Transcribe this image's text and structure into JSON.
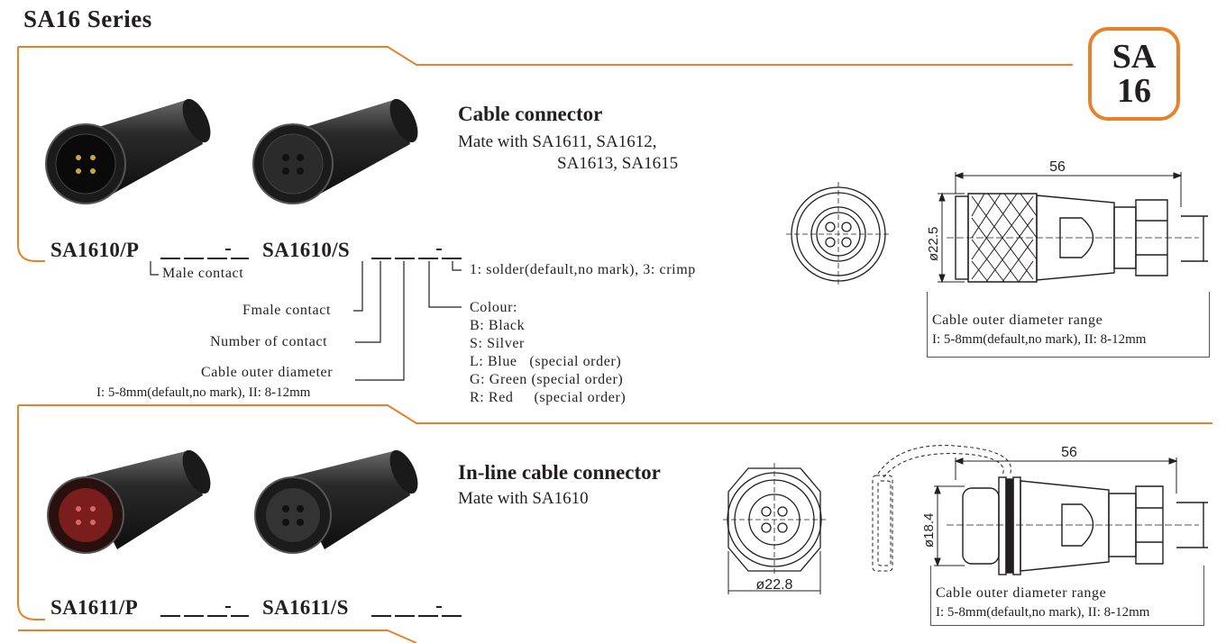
{
  "header": {
    "series_title": "SA16  Series",
    "badge_line1": "SA",
    "badge_line2": "16"
  },
  "accent_color": "#e8822a",
  "section1": {
    "title": "Cable connector",
    "mate_line1": "Mate with SA1611, SA1612,",
    "mate_line2": "SA1613, SA1615",
    "part_male": "SA1610/P",
    "part_female": "SA1610/S",
    "male_contact": "Male  contact",
    "termination": "1: solder(default,no mark), 3: crimp",
    "fmale_contact": "Fmale  contact",
    "number_of_contact": "Number  of  contact",
    "cable_outer_diameter": "Cable outer  diameter",
    "cable_outer_values": "I: 5-8mm(default,no mark), II: 8-12mm",
    "colour_title": "Colour:",
    "colours": [
      "B: Black",
      "S: Silver",
      "L: Blue   (special order)",
      "G: Green (special order)",
      "R: Red     (special order)"
    ],
    "drawing": {
      "length": "56",
      "diameter": "ø22.5",
      "range_title": "Cable outer  diameter range",
      "range_values": "I: 5-8mm(default,no mark), II: 8-12mm"
    }
  },
  "section2": {
    "title": "In-line cable connector",
    "mate_line1": "Mate with SA1610",
    "part_male": "SA1611/P",
    "part_female": "SA1611/S",
    "drawing": {
      "length": "56",
      "diameter": "ø18.4",
      "front_diameter": "ø22.8",
      "range_title": "Cable outer  diameter range",
      "range_values": "I: 5-8mm(default,no mark), II: 8-12mm"
    }
  },
  "icons": [
    "connector-male-photo",
    "connector-female-photo",
    "front-view-drawing",
    "side-view-drawing"
  ]
}
